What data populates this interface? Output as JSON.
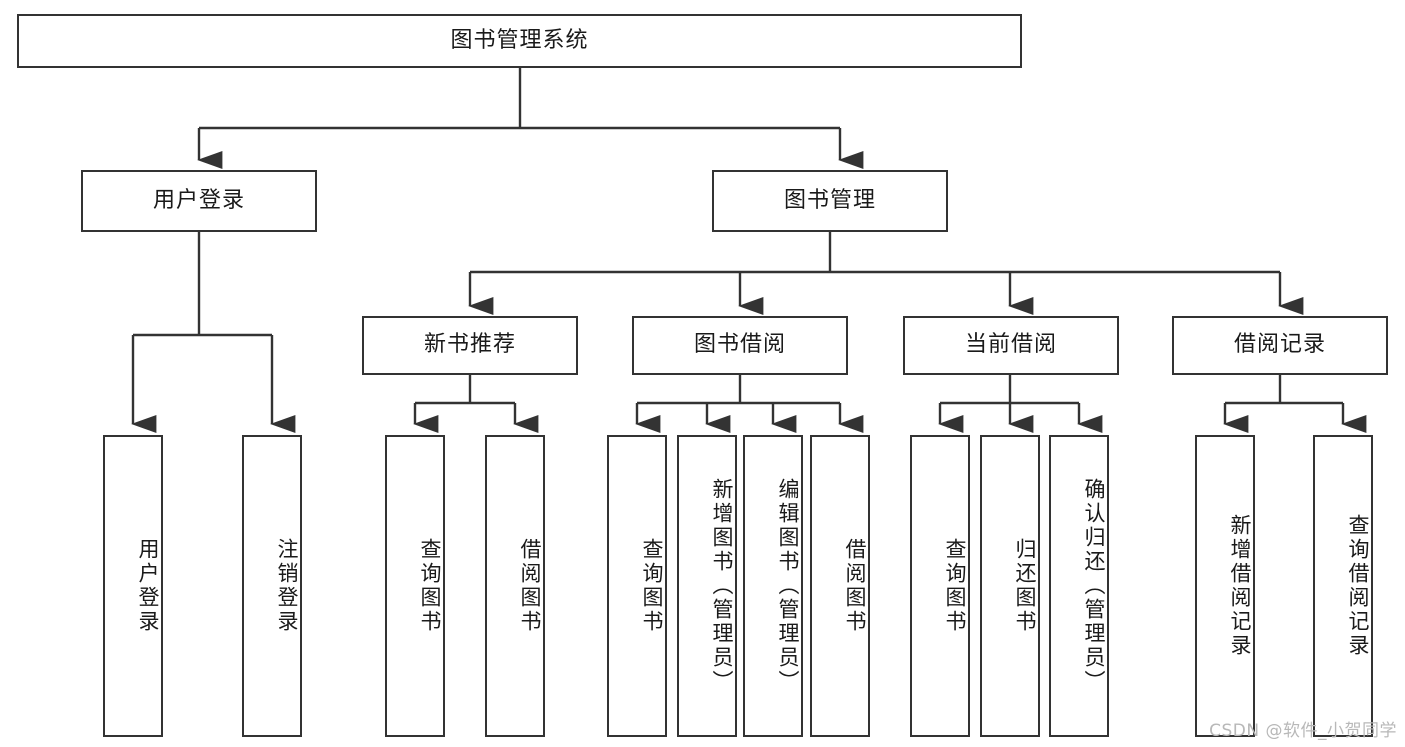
{
  "diagram": {
    "title": "图书管理系统",
    "type": "tree-hierarchy",
    "watermark": "CSDN @软件_小贺同学",
    "colors": {
      "node_border": "#333333",
      "node_fill": "#ffffff",
      "edge": "#333333",
      "text": "#1a1a1a",
      "watermark": "#b8b8b8"
    },
    "root": {
      "label": "图书管理系统"
    },
    "level2": [
      {
        "id": "user-login",
        "label": "用户登录"
      },
      {
        "id": "book-manage",
        "label": "图书管理"
      }
    ],
    "level3": [
      {
        "id": "new-book-rec",
        "label": "新书推荐"
      },
      {
        "id": "book-borrow",
        "label": "图书借阅"
      },
      {
        "id": "current-borrow",
        "label": "当前借阅"
      },
      {
        "id": "borrow-record",
        "label": "借阅记录"
      }
    ],
    "leaves": {
      "user_login": [
        {
          "id": "leaf-user-login",
          "label": "用户登录"
        },
        {
          "id": "leaf-logout",
          "label": "注销登录"
        }
      ],
      "new_book_rec": [
        {
          "id": "leaf-query-book-1",
          "label": "查询图书"
        },
        {
          "id": "leaf-borrow-book-1",
          "label": "借阅图书"
        }
      ],
      "book_borrow": [
        {
          "id": "leaf-query-book-2",
          "label": "查询图书"
        },
        {
          "id": "leaf-add-book",
          "label": "新增图书（管理员）"
        },
        {
          "id": "leaf-edit-book",
          "label": "编辑图书（管理员）"
        },
        {
          "id": "leaf-borrow-book-2",
          "label": "借阅图书"
        }
      ],
      "current_borrow": [
        {
          "id": "leaf-query-book-3",
          "label": "查询图书"
        },
        {
          "id": "leaf-return-book",
          "label": "归还图书"
        },
        {
          "id": "leaf-confirm-return",
          "label": "确认归还（管理员）"
        }
      ],
      "borrow_record": [
        {
          "id": "leaf-add-record",
          "label": "新增借阅记录"
        },
        {
          "id": "leaf-query-record",
          "label": "查询借阅记录"
        }
      ]
    }
  }
}
